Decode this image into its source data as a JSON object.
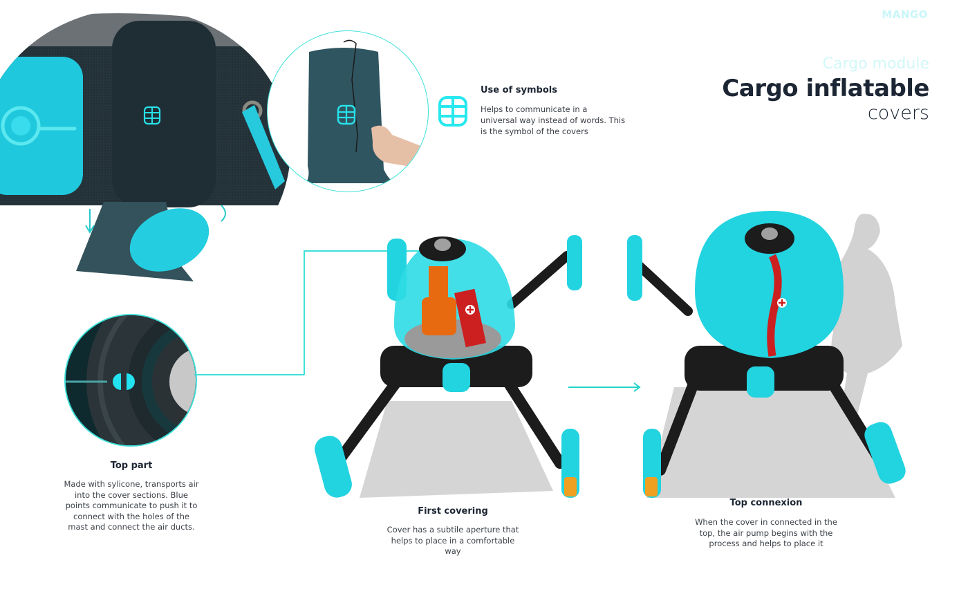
{
  "header": {
    "brand": "MANGO",
    "subtitle": "Cargo module",
    "title": "Cargo inflatable",
    "title_sub": "covers"
  },
  "symbols": {
    "icon": "grid-symbol-icon",
    "heading": "Use of symbols",
    "text": "Helps to communicate in a universal way instead of words. This is the symbol of the covers"
  },
  "top_part": {
    "heading": "Top part",
    "text": "Made with sylicone, transports air into the cover sections. Blue points communicate to push it to connect with the holes of the mast and connect the air ducts."
  },
  "first_covering": {
    "heading": "First covering",
    "text": "Cover has a subtile aperture that helps to place in a comfortable way"
  },
  "top_connexion": {
    "heading": "Top connexion",
    "text": "When the cover in connected in the top, the air pump begins with the process and helps to place it"
  },
  "colors": {
    "accent": "#3de0d8",
    "cyan_body": "#22d3e0",
    "dark_fabric": "#22333b",
    "orange": "#e86a10",
    "red": "#cc2020",
    "title": "#1c2533",
    "shadow": "#cfcfcf"
  }
}
